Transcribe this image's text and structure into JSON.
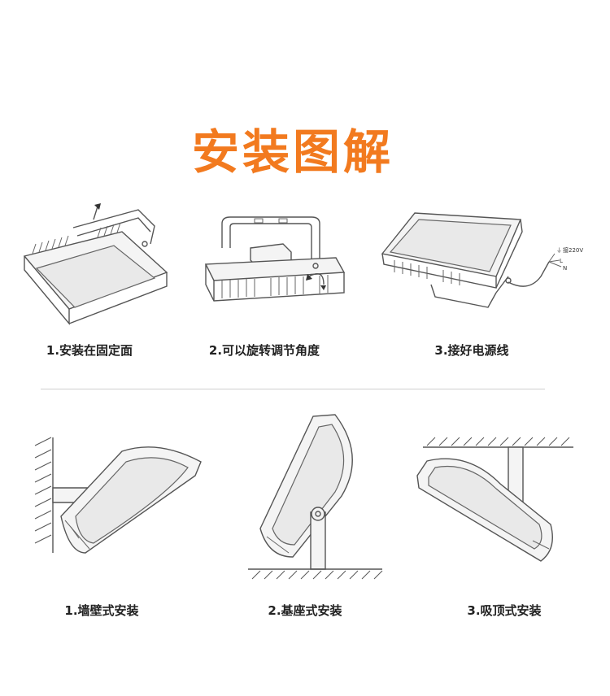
{
  "title": "安装图解",
  "colors": {
    "title": "#f27a1f",
    "line": "#555555"
  },
  "top_steps": [
    {
      "caption": "1.安装在固定面"
    },
    {
      "caption": "2.可以旋转调节角度"
    },
    {
      "caption": "3.接好电源线"
    }
  ],
  "wiring_labels": {
    "ground": "⏚",
    "live": "L",
    "neutral": "N",
    "voltage": "接220V"
  },
  "bottom_steps": [
    {
      "caption": "1.墙壁式安装"
    },
    {
      "caption": "2.基座式安装"
    },
    {
      "caption": "3.吸顶式安装"
    }
  ]
}
